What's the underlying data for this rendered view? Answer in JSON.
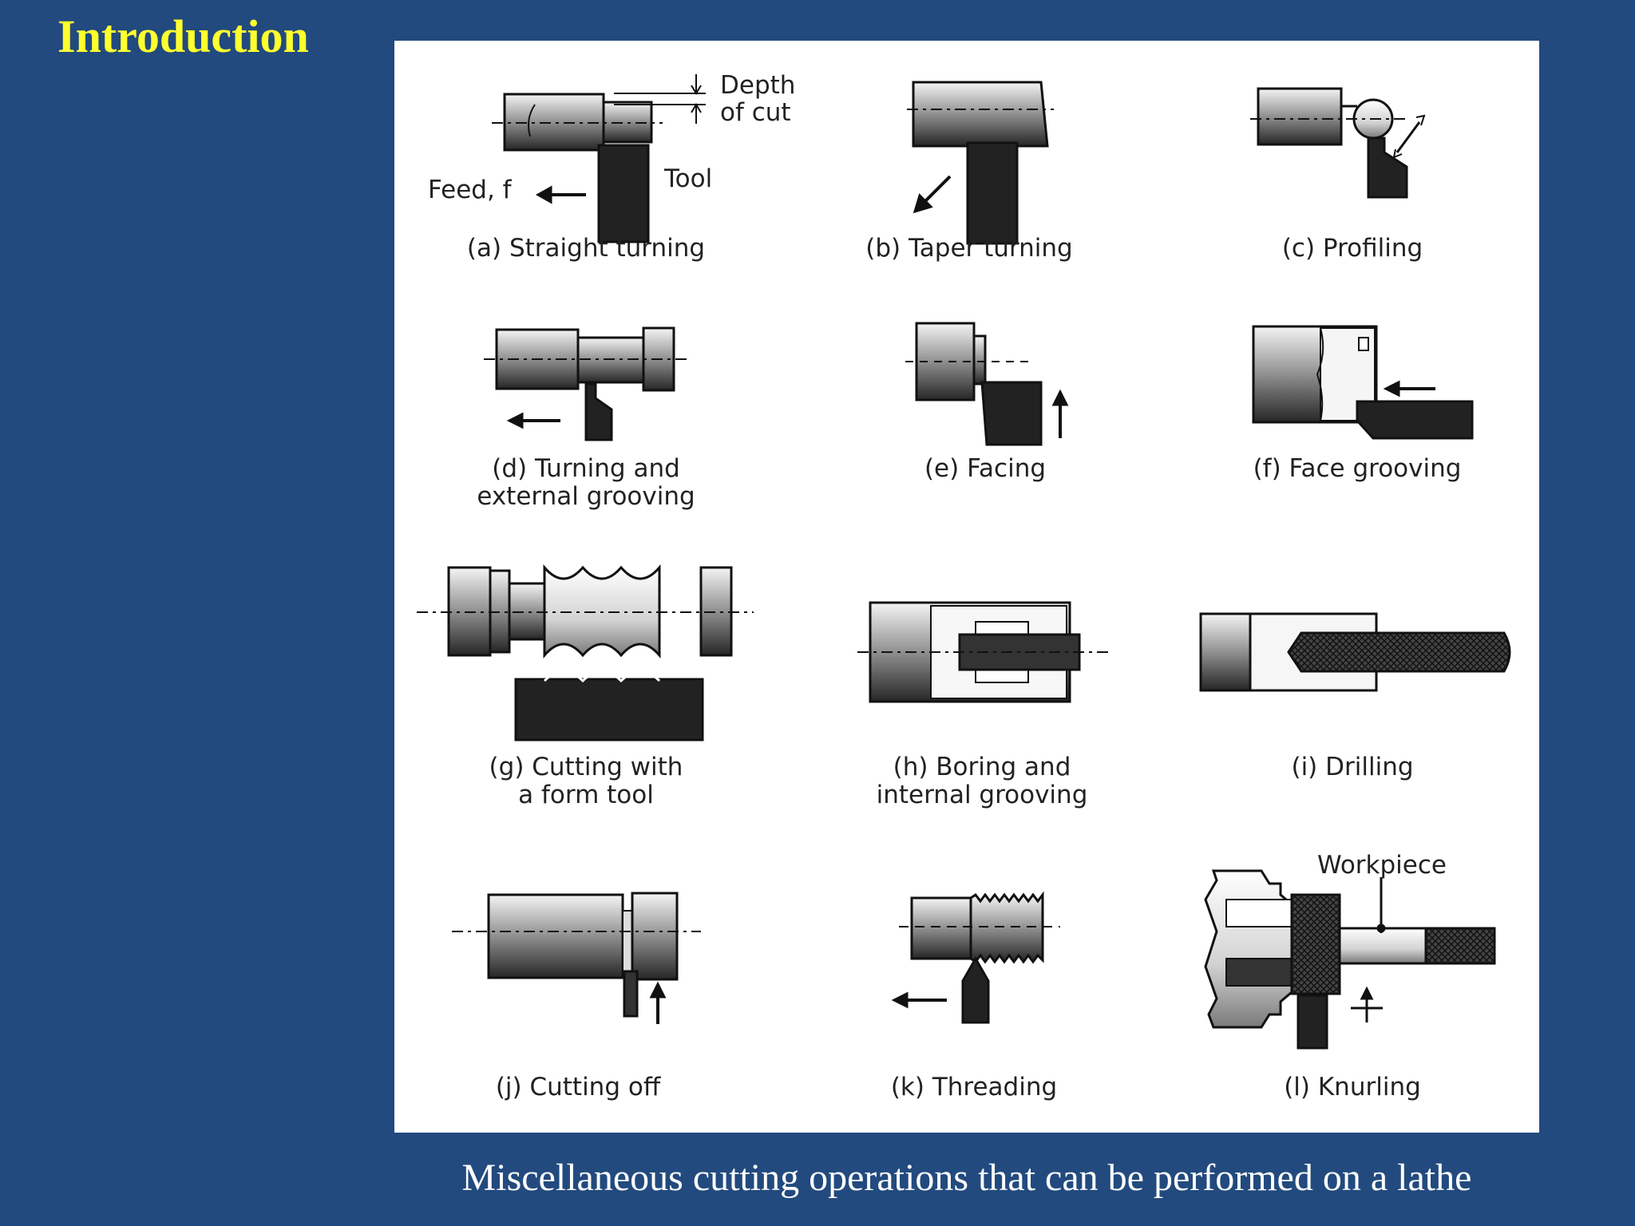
{
  "slide": {
    "title": "Introduction",
    "caption": "Miscellaneous cutting operations that can be performed on a lathe"
  },
  "figure": {
    "callouts": {
      "depth_line1": "Depth",
      "depth_line2": "of cut",
      "feed": "Feed, f",
      "tool": "Tool",
      "workpiece": "Workpiece"
    },
    "operations": [
      {
        "line1": "(a) Straight turning",
        "line2": ""
      },
      {
        "line1": "(b) Taper turning",
        "line2": ""
      },
      {
        "line1": "(c) Profiling",
        "line2": ""
      },
      {
        "line1": "(d) Turning and",
        "line2": "external grooving"
      },
      {
        "line1": "(e) Facing",
        "line2": ""
      },
      {
        "line1": "(f) Face grooving",
        "line2": ""
      },
      {
        "line1": "(g) Cutting with",
        "line2": "a form tool"
      },
      {
        "line1": "(h) Boring and",
        "line2": "internal grooving"
      },
      {
        "line1": "(i) Drilling",
        "line2": ""
      },
      {
        "line1": "(j) Cutting off",
        "line2": ""
      },
      {
        "line1": "(k) Threading",
        "line2": ""
      },
      {
        "line1": "(l) Knurling",
        "line2": ""
      }
    ]
  },
  "colors": {
    "background": "#224a7e",
    "title": "#ffff2e",
    "caption": "#ffffff",
    "panel": "#ffffff",
    "ink": "#222222"
  }
}
